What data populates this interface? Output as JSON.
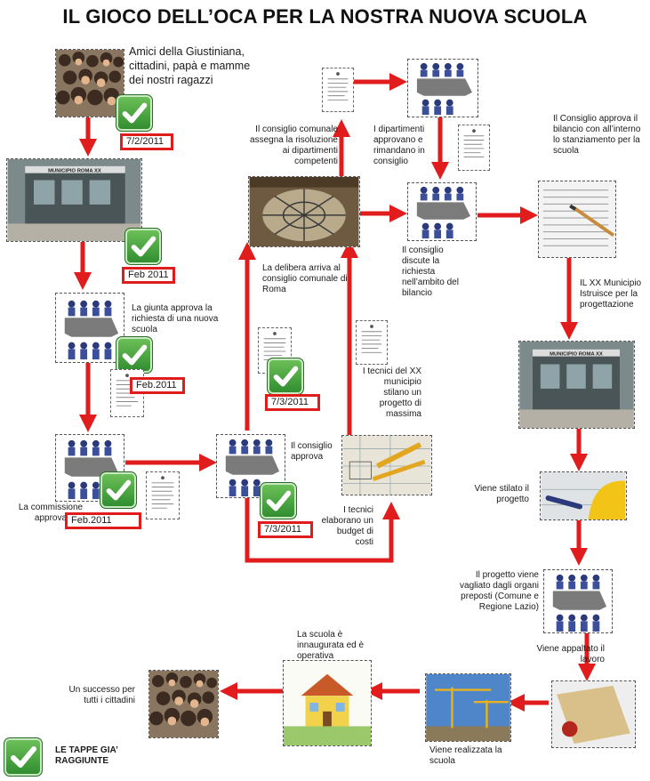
{
  "title": "IL GIOCO DELL’OCA PER LA NOSTRA NUOVA SCUOLA",
  "colors": {
    "arrow": "#e01c1c",
    "check": "#3aa83a",
    "date_border": "#e01c1c"
  },
  "steps": {
    "amici": "Amici della Giustiniana, cittadini, papà e mamme dei nostri ragazzi",
    "giunta": "La giunta approva la richiesta di una nuova scuola",
    "commissione": "La commissione approva",
    "consiglio_approva": "Il consiglio approva",
    "tecnici_budget": "I tecnici elaborano un budget di costi",
    "tecnici_progetto": "I tecnici del XX municipio stilano un progetto di massima",
    "delibera": "La delibera arriva al consiglio comunale di Roma",
    "consiglio_comunale": "Il consiglio comunale assegna la risoluzione ai dipartimenti competenti",
    "dipartimenti": "I dipartimenti approvano e rimandano in consiglio",
    "consiglio_discute": "Il consiglio discute la richiesta nell’ambito del bilancio",
    "bilancio": "Il Consiglio approva il bilancio con all’interno lo stanziamento per la scuola",
    "municipio_istruisce": "IL XX Municipio Istruisce per la progettazione",
    "stilato": "Viene stilato il progetto",
    "vagliato": "Il progetto viene vagliato dagli organi preposti (Comune e Regione Lazio)",
    "appaltato": "Viene appaltato il lavoro",
    "realizzata": "Viene realizzata la scuola",
    "inaugurata": "La scuola è innaugurata ed è operativa",
    "successo": "Un successo per tutti i cittadini"
  },
  "dates": {
    "amici": "7/2/2011",
    "municipio": "Feb 2011",
    "giunta": "Feb.2011",
    "commissione": "Feb.2011",
    "consiglio": "7/3/2011",
    "tecnici": "7/3/2011"
  },
  "building_sign": "MUNICIPIO ROMA XX",
  "legend": "LE TAPPE GIA’ RAGGIUNTE",
  "icons": [
    "checkmark-icon",
    "document-icon",
    "meeting-table-icon",
    "crowd-photo",
    "building-photo"
  ]
}
